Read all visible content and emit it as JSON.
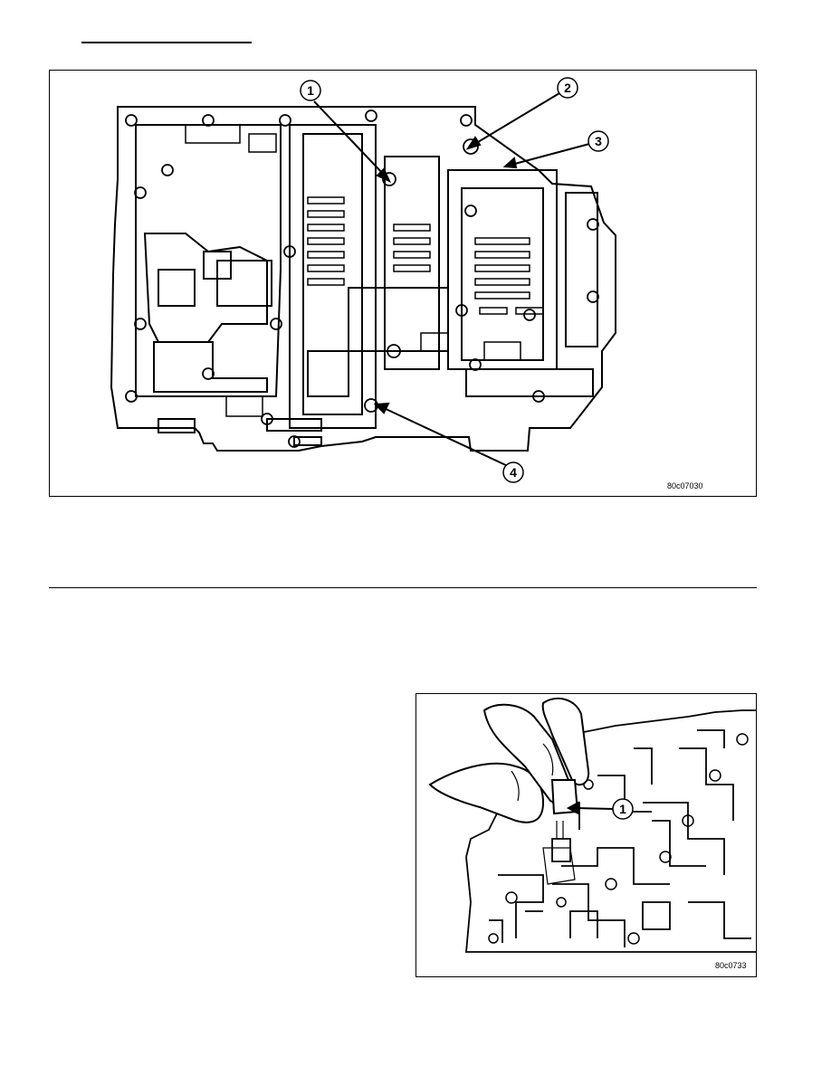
{
  "figure1": {
    "figure_code": "80c07030",
    "callouts": [
      "1",
      "2",
      "3",
      "4"
    ]
  },
  "figure2": {
    "figure_code": "80c0733",
    "callouts": [
      "1"
    ]
  }
}
